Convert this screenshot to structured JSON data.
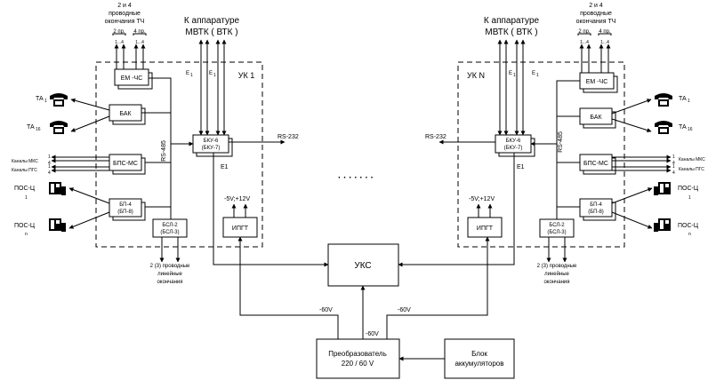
{
  "left": {
    "tch_header": [
      "2 и 4",
      "проводные",
      "окончания ТЧ"
    ],
    "wire2": "2 пр.",
    "wire4": "4 пр.",
    "range2": "1...4",
    "range4": "1...4",
    "mvtk_title": [
      "К аппаратуре",
      "МВТК ( ВТК )"
    ],
    "e1a": "E",
    "e1b": "E",
    "sub1": "1",
    "uk_label": "УК 1",
    "em": "ЕМ -ЧС",
    "bak": "БАК",
    "bku": [
      "БКУ-6",
      "(БКУ-7)"
    ],
    "rs232": "RS-232",
    "rs485": "RS-485",
    "bps": "БПС-МС",
    "bp4": [
      "БП-4",
      "(БП-8)"
    ],
    "bsl": [
      "БСЛ-2",
      "(БСЛ-3)"
    ],
    "ipgt": "ИПГТ",
    "power": "-5V;+12V",
    "e1bottom": "E1",
    "ta1": "ТА",
    "ta1_sub": "1",
    "ta16": "ТА",
    "ta16_sub": "16",
    "mks": "Каналы МКС",
    "pgs": "Каналы ПГС",
    "pos1": "ПОС-Ц",
    "pos1_sub": "1",
    "posn": "ПОС-Ц",
    "posn_sub": "n",
    "lin": [
      "2 (3) проводные",
      "линейные",
      "окончания"
    ],
    "ch1": "1",
    "ch4": "4"
  },
  "right": {
    "tch_header": [
      "2 и 4",
      "проводные",
      "окончания ТЧ"
    ],
    "wire2": "2 пр.",
    "wire4": "4 пр.",
    "range2": "1...4",
    "range4": "1...4",
    "mvtk_title": [
      "К аппаратуре",
      "МВТК ( ВТК )"
    ],
    "e1a": "E",
    "e1b": "E",
    "sub1": "1",
    "uk_label": "УК N",
    "em": "ЕМ -ЧС",
    "bak": "БАК",
    "bku": [
      "БКУ-6",
      "(БКУ-7)"
    ],
    "rs232": "RS-232",
    "rs485": "RS-485",
    "bps": "БПС-МС",
    "bp4": [
      "БП-4",
      "(БП-8)"
    ],
    "bsl": [
      "БСЛ-2",
      "(БСЛ-3)"
    ],
    "ipgt": "ИПГТ",
    "power": "-5V;+12V",
    "e1bottom": "E1",
    "ta1": "ТА",
    "ta1_sub": "1",
    "ta16": "ТА",
    "ta16_sub": "16",
    "mks": "Каналы МКС",
    "pgs": "Каналы ПГС",
    "pos1": "ПОС-Ц",
    "pos1_sub": "1",
    "posn": "ПОС-Ц",
    "posn_sub": "n",
    "lin": [
      "2 (3) проводные",
      "линейные",
      "окончания"
    ],
    "ch1": "1",
    "ch4": "4"
  },
  "center": {
    "dots": "· · · · · · ·",
    "uks": "УКС",
    "v60_left": "-60V",
    "v60_right": "-60V",
    "v60_mid": "-60V",
    "converter": [
      "Преобразователь",
      "220 / 60 V"
    ],
    "battery": [
      "Блок",
      "аккумуляторов"
    ]
  }
}
